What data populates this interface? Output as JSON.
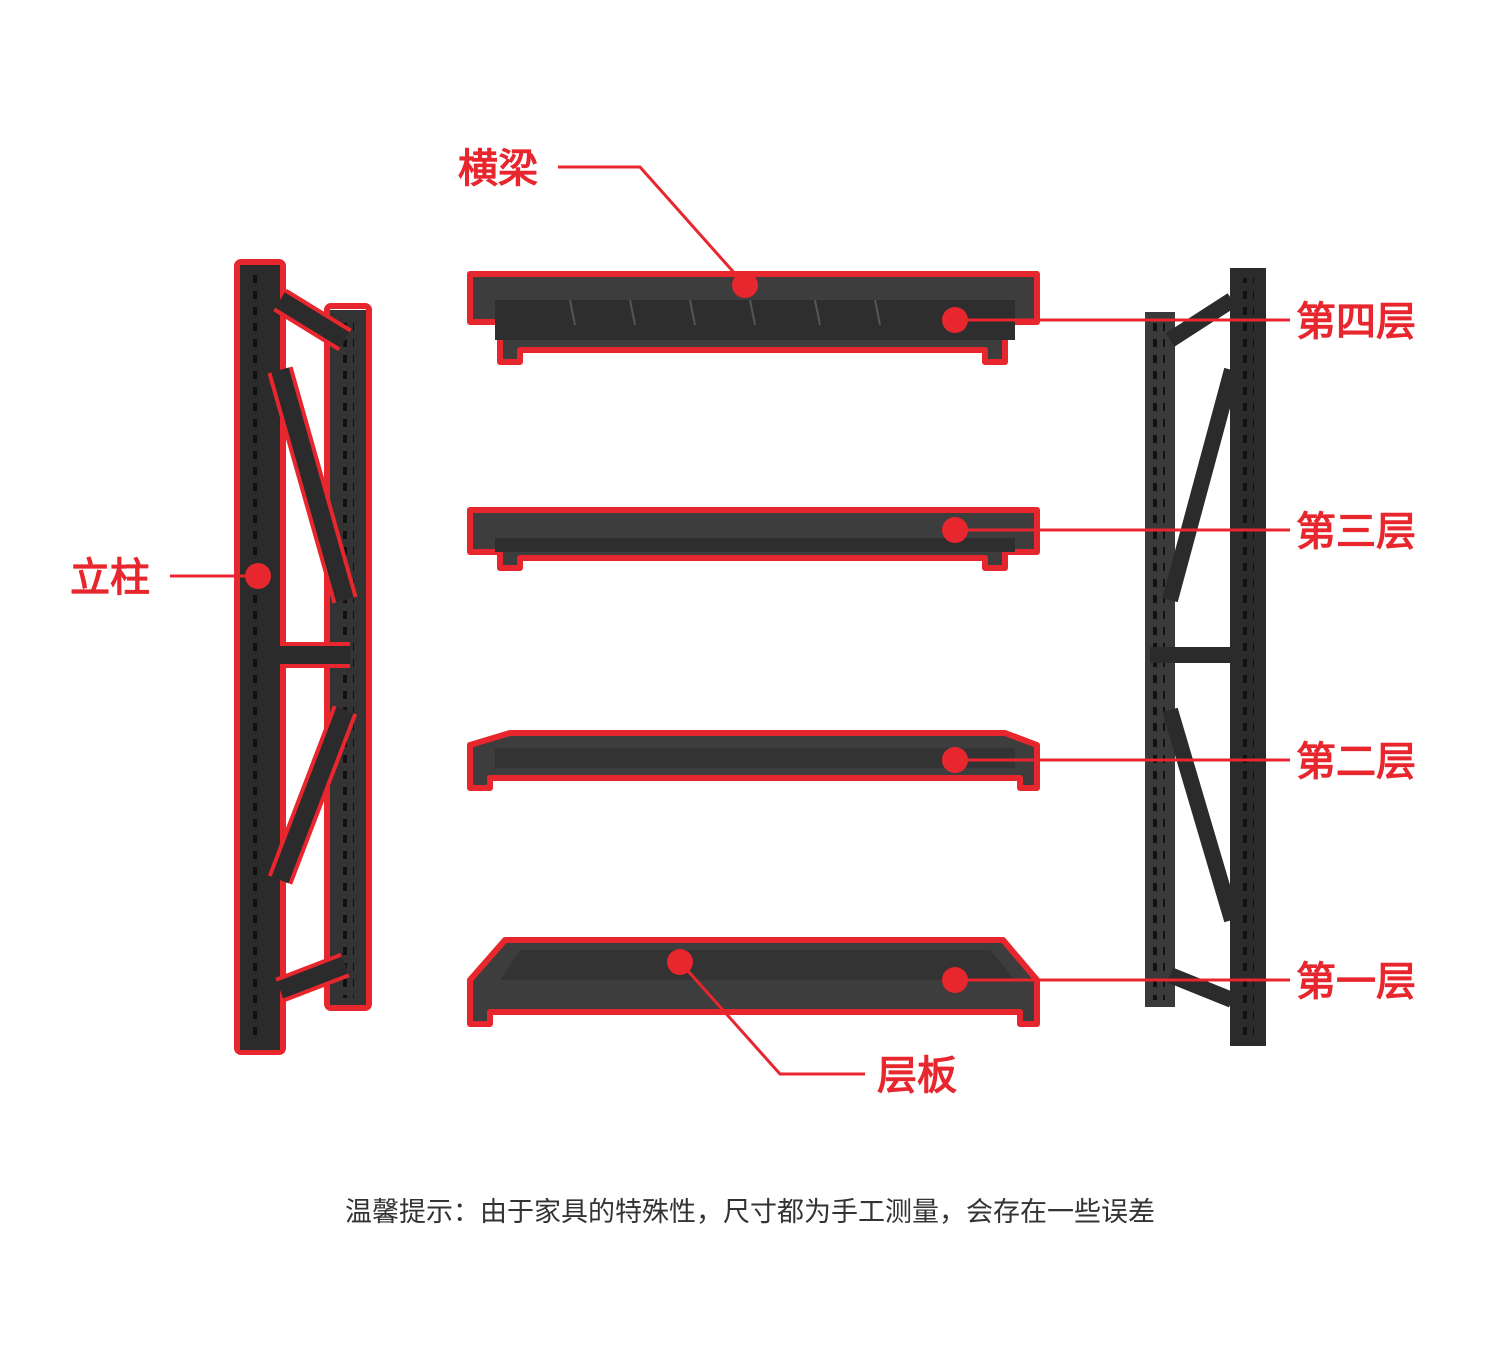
{
  "labels": {
    "beam": "横梁",
    "upright": "立柱",
    "level4": "第四层",
    "level3": "第三层",
    "level2": "第二层",
    "level1": "第一层",
    "panel": "层板"
  },
  "note": "温馨提示：由于家具的特殊性，尺寸都为手工测量，会存在一些误差",
  "colors": {
    "accent": "#e8262d",
    "metal_dark": "#2b2b2b",
    "metal_face": "#3d3d3d",
    "text": "#333333"
  }
}
